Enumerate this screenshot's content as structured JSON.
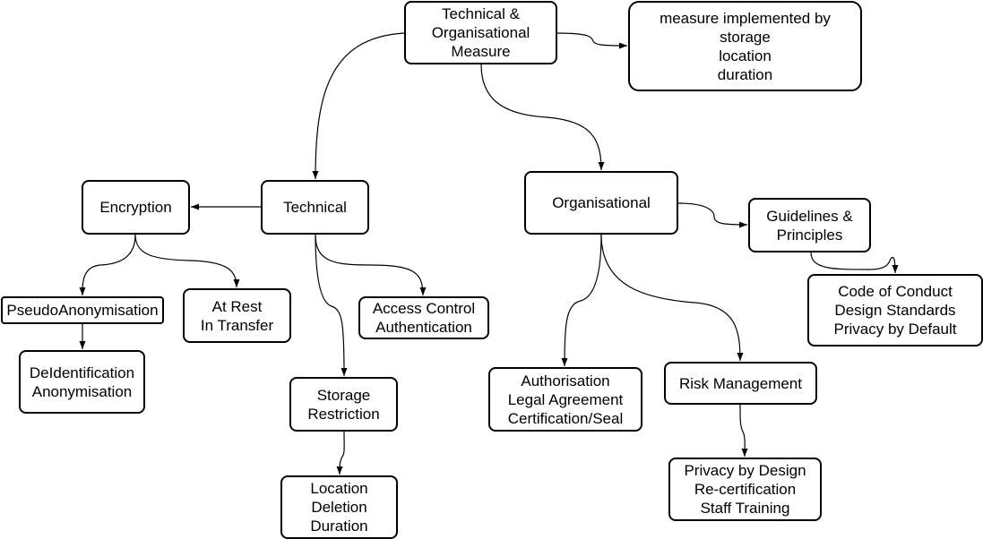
{
  "nodes": {
    "root": "Technical &\nOrganisational\nMeasure",
    "measure_note": "measure implemented by\nstorage\nlocation\nduration",
    "technical": "Technical",
    "organisational": "Organisational",
    "encryption": "Encryption",
    "guidelines": "Guidelines &\nPrinciples",
    "code_of_conduct": "Code of Conduct\nDesign Standards\nPrivacy by Default",
    "pseudo": "PseudoAnonymisation",
    "at_rest": "At Rest\nIn Transfer",
    "access_control": "Access Control\nAuthentication",
    "deidentification": "DeIdentification\nAnonymisation",
    "authorisation": "Authorisation\nLegal Agreement\nCertification/Seal",
    "risk_management": "Risk Management",
    "storage_restriction": "Storage\nRestriction",
    "privacy_by_design": "Privacy by Design\nRe-certification\nStaff Training",
    "location_deletion": "Location\nDeletion\nDuration"
  },
  "edges": [
    {
      "from": "root",
      "to": "measure_note"
    },
    {
      "from": "root",
      "to": "technical"
    },
    {
      "from": "root",
      "to": "organisational"
    },
    {
      "from": "technical",
      "to": "encryption"
    },
    {
      "from": "technical",
      "to": "access_control"
    },
    {
      "from": "technical",
      "to": "storage_restriction"
    },
    {
      "from": "encryption",
      "to": "pseudo"
    },
    {
      "from": "encryption",
      "to": "at_rest"
    },
    {
      "from": "pseudo",
      "to": "deidentification"
    },
    {
      "from": "storage_restriction",
      "to": "location_deletion"
    },
    {
      "from": "organisational",
      "to": "guidelines"
    },
    {
      "from": "organisational",
      "to": "authorisation"
    },
    {
      "from": "organisational",
      "to": "risk_management"
    },
    {
      "from": "guidelines",
      "to": "code_of_conduct"
    },
    {
      "from": "risk_management",
      "to": "privacy_by_design"
    }
  ],
  "colors": {
    "stroke": "#000000",
    "background": "#ffffff",
    "text": "#000000"
  }
}
